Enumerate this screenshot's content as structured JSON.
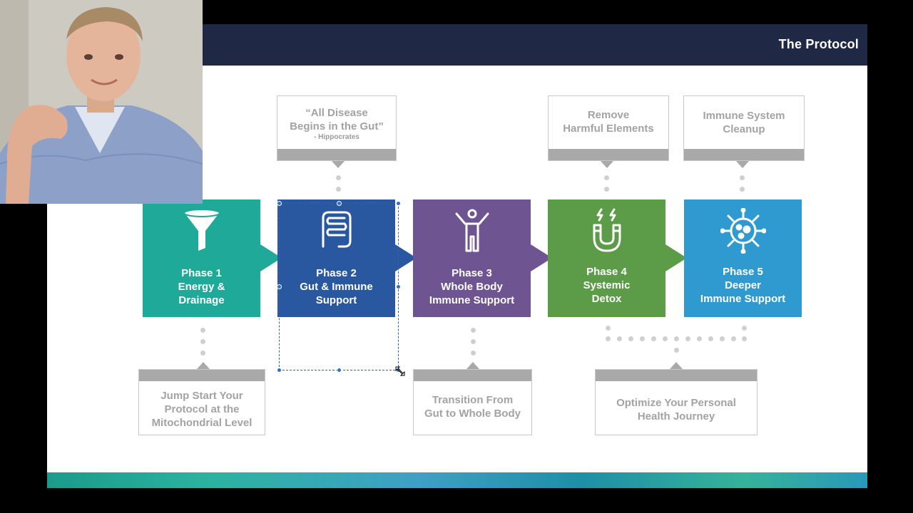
{
  "slide": {
    "title": "The Protocol"
  },
  "phases": [
    {
      "number": "Phase 1",
      "lines": [
        "Energy &",
        "Drainage"
      ],
      "color": "#1fa999",
      "icon": "funnel-icon"
    },
    {
      "number": "Phase 2",
      "lines": [
        "Gut & Immune",
        "Support"
      ],
      "color": "#2a58a0",
      "icon": "intestine-icon"
    },
    {
      "number": "Phase 3",
      "lines": [
        "Whole Body",
        "Immune Support"
      ],
      "color": "#6e5592",
      "icon": "person-icon"
    },
    {
      "number": "Phase 4",
      "lines": [
        "Systemic",
        "Detox"
      ],
      "color": "#5c9b47",
      "icon": "magnet-icon"
    },
    {
      "number": "Phase 5",
      "lines": [
        "Deeper",
        "Immune Support"
      ],
      "color": "#2f9ad0",
      "icon": "microbe-icon"
    }
  ],
  "notes": {
    "top_phase2": {
      "line1": "“All Disease",
      "line2": "Begins in the Gut”",
      "attribution": "- Hippocrates"
    },
    "top_phase4": {
      "line1": "Remove",
      "line2": "Harmful Elements"
    },
    "top_phase5": {
      "line1": "Immune System",
      "line2": "Cleanup"
    },
    "bottom_phase1": {
      "line1": "Jump Start Your",
      "line2": "Protocol at the",
      "line3": "Mitochondrial Level"
    },
    "bottom_phase3": {
      "line1": "Transition From",
      "line2": "Gut to Whole Body"
    },
    "bottom_phase45": {
      "line1": "Optimize Your Personal",
      "line2": "Health Journey"
    }
  },
  "colors": {
    "header": "#1f2945",
    "selection": "#2c6fce"
  }
}
